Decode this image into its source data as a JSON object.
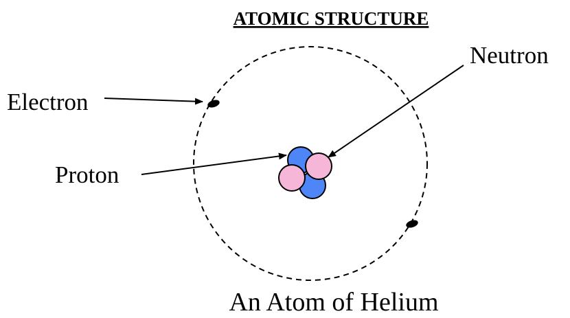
{
  "title": "ATOMIC STRUCTURE",
  "labels": {
    "electron": "Electron",
    "neutron": "Neutron",
    "proton": "Proton"
  },
  "caption": "An Atom of Helium",
  "colors": {
    "proton": "#4f86f7",
    "neutron": "#f6b6d8",
    "outline": "#000000",
    "orbit": "#000000",
    "electron": "#000000"
  }
}
